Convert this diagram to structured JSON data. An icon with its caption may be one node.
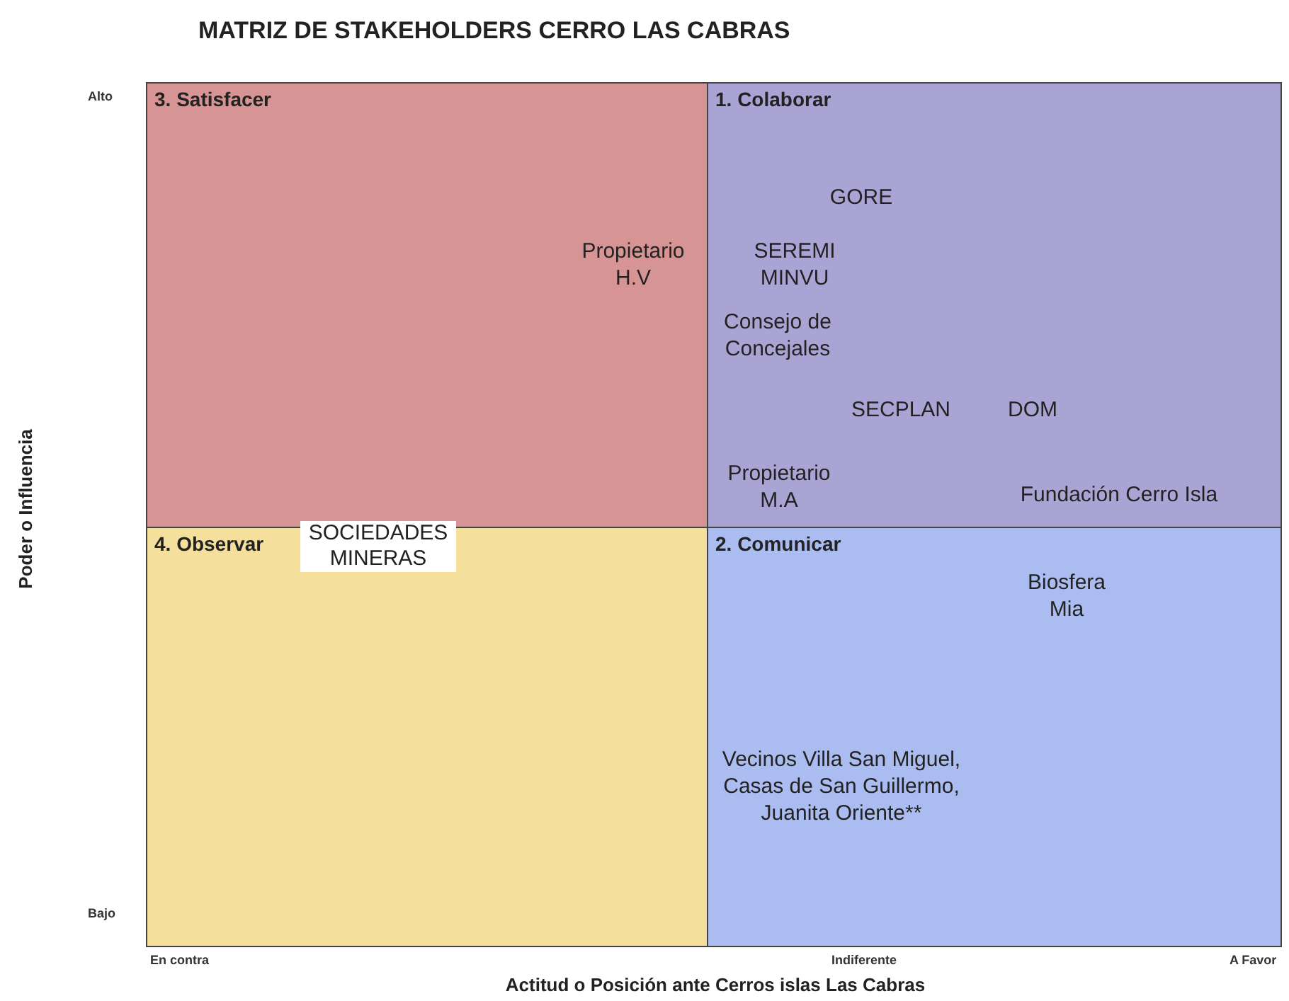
{
  "diagram": {
    "title": "MATRIZ DE STAKEHOLDERS CERRO LAS CABRAS",
    "nodes": [
      {
        "text": [
          "3. Satisfacer"
        ]
      },
      {
        "text": [
          "1. Colaborar"
        ]
      },
      {
        "text": [
          "4. Observar"
        ]
      },
      {
        "text": [
          "2. Comunicar"
        ]
      }
    ],
    "labels": [
      "Alto",
      "GORE",
      "Propietario H.V",
      "SEREMI MINVU",
      "Consejo de Concejales",
      "SECPLAN",
      "DOM",
      "Poder o Influencia",
      "Propietario M.A",
      "Fundación Cerro Isla",
      "SOCIEDADES MINERAS",
      "Biosfera Mia",
      "Vecinos Villa San Miguel, Casas de San Guillermo, Juanita Oriente**",
      "Bajo",
      "En contra",
      "Indiferente",
      "A Favor",
      "Actitud o Posición ante Cerros islas Las Cabras"
    ]
  }
}
